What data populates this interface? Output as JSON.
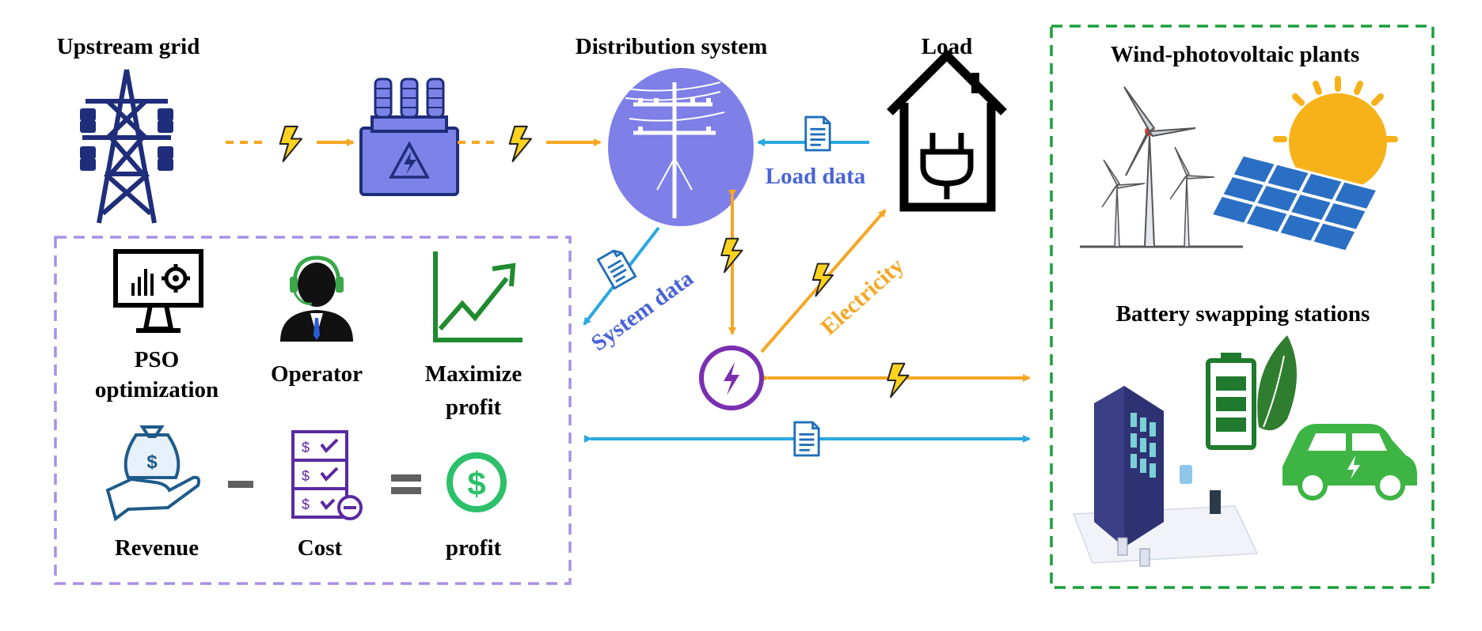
{
  "labels": {
    "upstream_grid": "Upstream grid",
    "distribution_system": "Distribution system",
    "load": "Load",
    "wind_pv": "Wind-photovoltaic plants",
    "battery_swapping": "Battery swapping stations",
    "load_data": "Load data",
    "system_data": "System data",
    "electricity": "Electricity",
    "pso_line1": "PSO",
    "pso_line2": "optimization",
    "operator": "Operator",
    "maximize_line1": "Maximize",
    "maximize_line2": "profit",
    "revenue": "Revenue",
    "cost": "Cost",
    "profit": "profit"
  },
  "colors": {
    "power_flow": "#f5a623",
    "data_flow": "#29a8e0",
    "label_blue": "#4a63d8",
    "tower": "#1f2d7a",
    "transformer": "#7b83e8",
    "pole_circle": "#7f7fe8",
    "hub_purple": "#7a2fb0",
    "optimization_box": "#a98fe6",
    "der_box": "#1a9e3a",
    "green": "#1f8b2e"
  },
  "icons": [
    "transmission-tower-icon",
    "transformer-icon",
    "distribution-pole-icon",
    "house-plug-icon",
    "wind-turbine-icon",
    "solar-panel-icon",
    "document-icon",
    "lightning-icon",
    "energy-hub-icon",
    "monitor-gear-icon",
    "operator-headset-icon",
    "growth-chart-icon",
    "money-bag-hand-icon",
    "checklist-cost-icon",
    "dollar-coin-icon",
    "battery-station-icon",
    "battery-leaf-icon",
    "electric-car-icon"
  ]
}
